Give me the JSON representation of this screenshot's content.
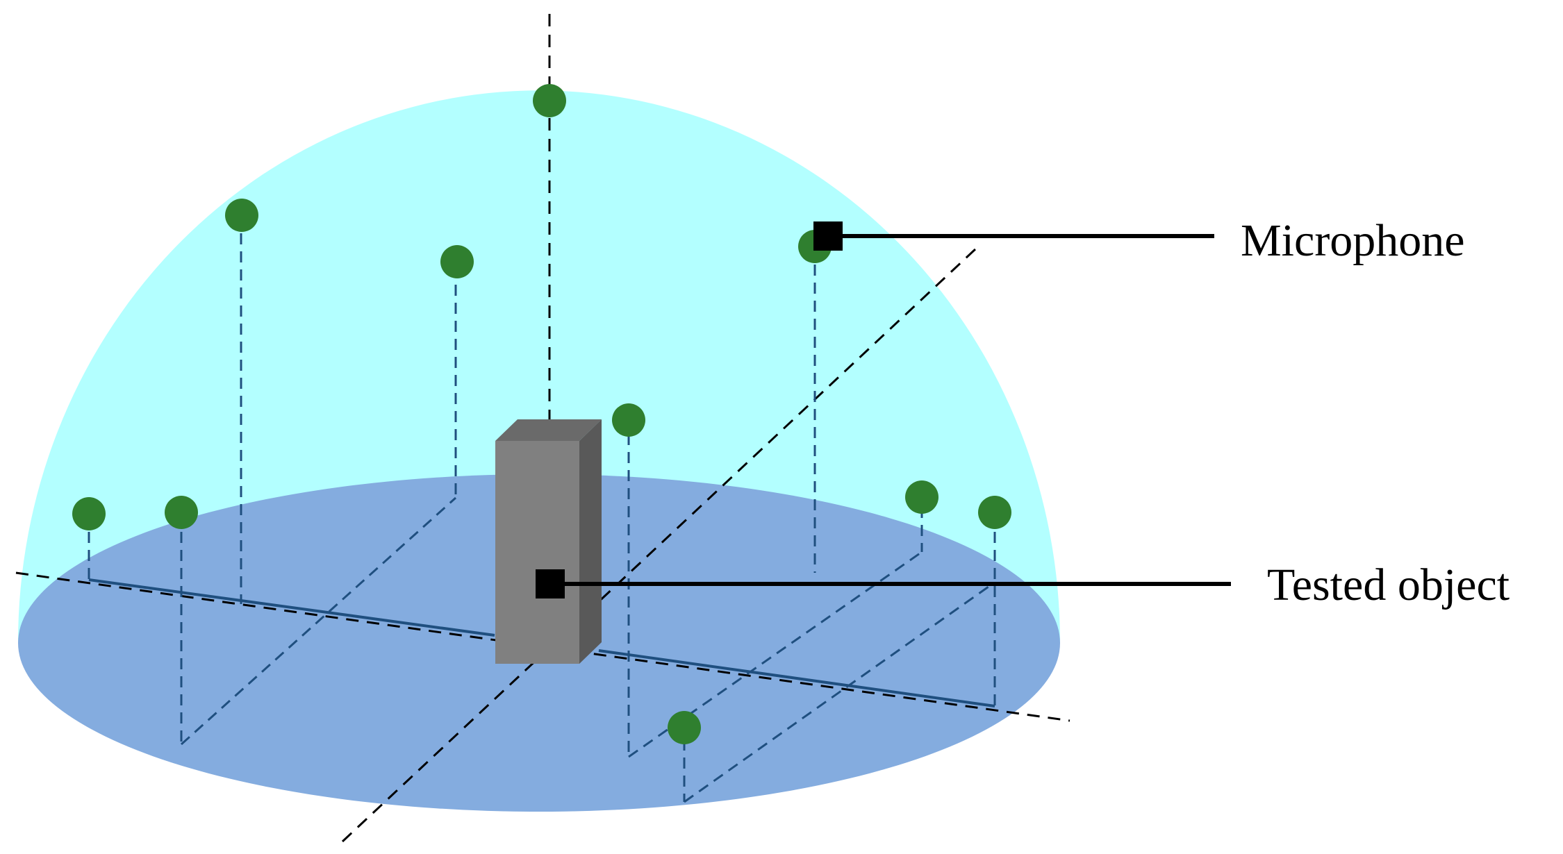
{
  "labels": {
    "microphone": "Microphone",
    "tested_object": "Tested object"
  },
  "colors": {
    "dome": "#b3ffff",
    "base": "#84acdf",
    "microphone": "#2f7f2f",
    "object_front": "#808080",
    "object_side": "#595959",
    "object_top": "#6a6a6a",
    "stem": "#1f4f7f",
    "axis": "#000000",
    "marker": "#000000"
  },
  "icons": {
    "microphone": "green-circle",
    "callout_marker": "black-square"
  }
}
